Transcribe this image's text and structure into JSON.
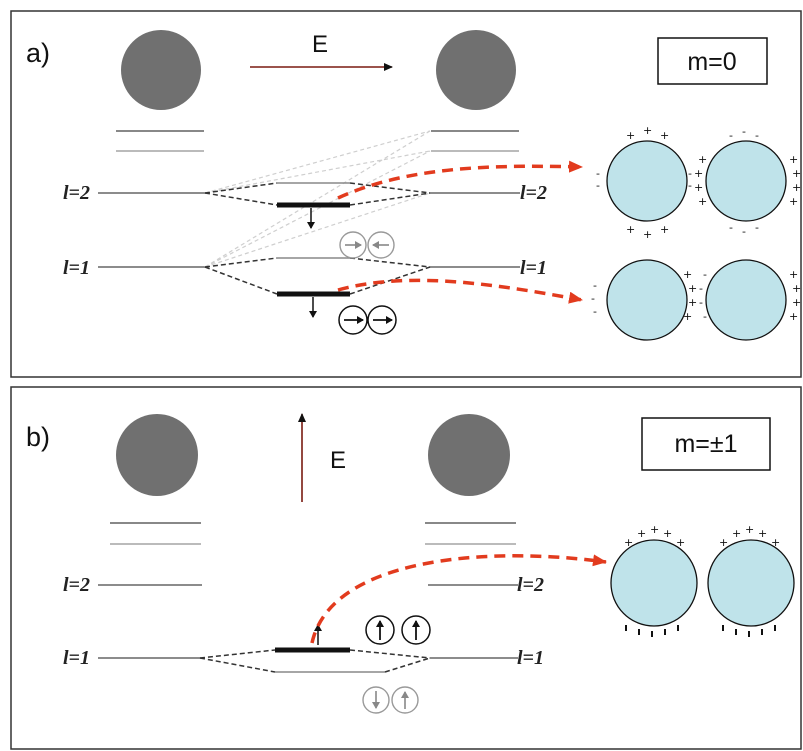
{
  "panel_a": {
    "tag": "a)",
    "field_label": "E",
    "m_label": "m=0",
    "level_top": "l=2",
    "level_bottom": "l=1",
    "level_top_right": "l=2",
    "level_bottom_right": "l=1",
    "field_direction": "horizontal",
    "charge_plus": "+",
    "charge_minus": "-"
  },
  "panel_b": {
    "tag": "b)",
    "field_label": "E",
    "m_label": "m=±1",
    "level_top": "l=2",
    "level_bottom": "l=1",
    "level_top_right": "l=2",
    "level_bottom_right": "l=1",
    "field_direction": "vertical",
    "charge_plus": "+",
    "charge_minus": "-"
  },
  "colors": {
    "sphere": "#707070",
    "mode_fill": "#bfe3ea",
    "highlight_arrow": "#e23b1e",
    "field_arrow": "#7a1a10",
    "frame": "#333333"
  }
}
